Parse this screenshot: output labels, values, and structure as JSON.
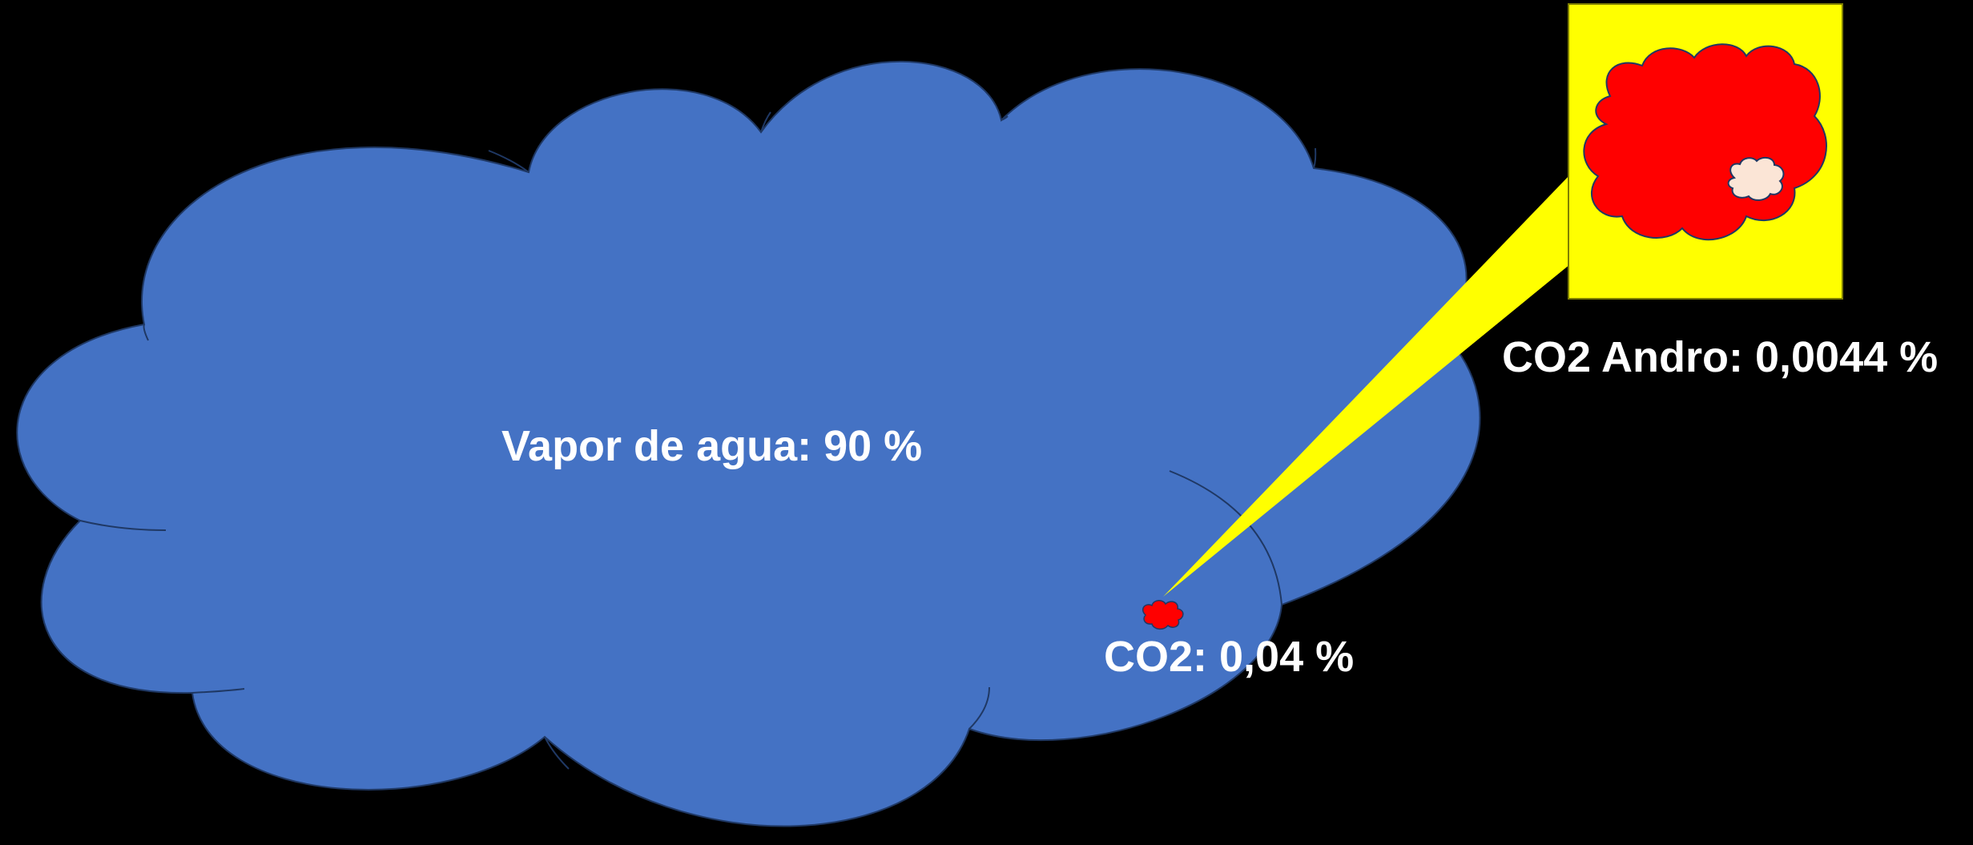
{
  "colors": {
    "background": "#000000",
    "water_vapor_cloud": "#4472c4",
    "cloud_outline": "#1f3864",
    "co2_cloud": "#ff0000",
    "zoom_callout": "#ffff00",
    "anthropogenic_co2_cloud": "#fbe5d6",
    "label_text": "#ffffff"
  },
  "labels": {
    "water_vapor": "Vapor de agua: 90 %",
    "co2": "CO2: 0,04 %",
    "co2_anthropogenic": "CO2 Andro: 0,0044 %"
  }
}
